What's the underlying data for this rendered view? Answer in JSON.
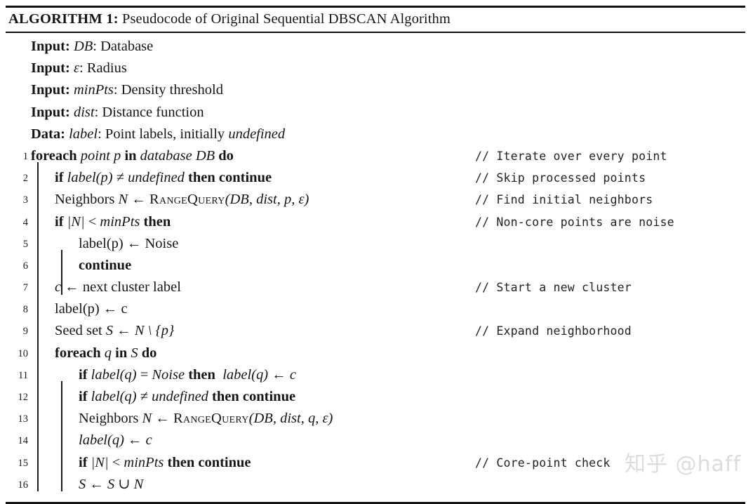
{
  "document": {
    "kind": "algorithm-float",
    "caption_label": "ALGORITHM 1:",
    "caption_text": " Pseudocode of Original Sequential DBSCAN Algorithm"
  },
  "preamble": [
    {
      "keyword": "Input:",
      "var": "DB",
      "sep": ": ",
      "desc": "Database"
    },
    {
      "keyword": "Input:",
      "var": "ε",
      "sep": ": ",
      "desc": "Radius"
    },
    {
      "keyword": "Input:",
      "var": "minPts",
      "sep": ": ",
      "desc": "Density threshold"
    },
    {
      "keyword": "Input:",
      "var": "dist",
      "sep": ": ",
      "desc": "Distance function"
    },
    {
      "keyword": "Data:",
      "var": "label",
      "sep": ": ",
      "desc": "Point labels, initially ",
      "desc_italic_tail": "undefined"
    }
  ],
  "lines": [
    {
      "n": "1",
      "indent": 0,
      "comment": "// Iterate over every point"
    },
    {
      "n": "2",
      "indent": 1,
      "comment": "// Skip processed points"
    },
    {
      "n": "3",
      "indent": 1,
      "comment": "// Find initial neighbors"
    },
    {
      "n": "4",
      "indent": 1,
      "comment": "// Non-core points are noise"
    },
    {
      "n": "5",
      "indent": 2,
      "comment": ""
    },
    {
      "n": "6",
      "indent": 2,
      "comment": ""
    },
    {
      "n": "7",
      "indent": 1,
      "comment": "// Start a new cluster"
    },
    {
      "n": "8",
      "indent": 1,
      "comment": ""
    },
    {
      "n": "9",
      "indent": 1,
      "comment": "// Expand neighborhood"
    },
    {
      "n": "10",
      "indent": 1,
      "comment": ""
    },
    {
      "n": "11",
      "indent": 2,
      "comment": ""
    },
    {
      "n": "12",
      "indent": 2,
      "comment": ""
    },
    {
      "n": "13",
      "indent": 2,
      "comment": ""
    },
    {
      "n": "14",
      "indent": 2,
      "comment": ""
    },
    {
      "n": "15",
      "indent": 2,
      "comment": "// Core-point check"
    },
    {
      "n": "16",
      "indent": 2,
      "comment": ""
    }
  ],
  "code": {
    "l1": {
      "kw1": "foreach",
      "v1": "point p",
      "kw2": "in",
      "v2": "database DB",
      "kw3": "do",
      "plain": "foreach point p in database DB do"
    },
    "l2": {
      "kw1": "if",
      "v1": "label(p)",
      "op": "≠",
      "v2": "undefined",
      "kw2": "then continue",
      "plain": "if label(p) ≠ undefined then continue"
    },
    "l3": {
      "pre": "Neighbors ",
      "v1": "N",
      "arrow": "←",
      "fn": "RangeQuery",
      "args": "(DB, dist, p, ε)",
      "plain": "Neighbors N ← RangeQuery(DB, dist, p, ε)"
    },
    "l4": {
      "kw1": "if",
      "expr": "|N|",
      "op": "<",
      "v1": "minPts",
      "kw2": "then",
      "plain": "if |N| < minPts then"
    },
    "l5": {
      "expr": "label(p)",
      "arrow": "←",
      "val": "Noise",
      "plain": "label(p) ← Noise"
    },
    "l6": {
      "kw1": "continue",
      "plain": "continue"
    },
    "l7": {
      "v1": "c",
      "arrow": "←",
      "val": "next cluster label",
      "plain": "c ← next cluster label"
    },
    "l8": {
      "expr": "label(p)",
      "arrow": "←",
      "val": "c",
      "plain": "label(p) ← c"
    },
    "l9": {
      "pre": "Seed set ",
      "v1": "S",
      "arrow": "←",
      "expr": "N \\ {p}",
      "plain": "Seed set S ← N \\ {p}"
    },
    "l10": {
      "kw1": "foreach",
      "v1": "q",
      "kw2": "in",
      "v2": "S",
      "kw3": "do",
      "plain": "foreach q in S do"
    },
    "l11": {
      "kw1": "if",
      "v1": "label(q)",
      "op": "=",
      "v2": "Noise",
      "kw2": "then",
      "v3": "label(q)",
      "arrow": "←",
      "v4": "c",
      "plain": "if label(q) = Noise then label(q) ← c"
    },
    "l12": {
      "kw1": "if",
      "v1": "label(q)",
      "op": "≠",
      "v2": "undefined",
      "kw2": "then continue",
      "plain": "if label(q) ≠ undefined then continue"
    },
    "l13": {
      "pre": "Neighbors ",
      "v1": "N",
      "arrow": "←",
      "fn": "RangeQuery",
      "args": "(DB, dist, q, ε)",
      "plain": "Neighbors N ← RangeQuery(DB, dist, q, ε)"
    },
    "l14": {
      "expr": "label(q)",
      "arrow": "←",
      "val": "c",
      "plain": "label(q) ← c"
    },
    "l15": {
      "kw1": "if",
      "expr": "|N|",
      "op": "<",
      "v1": "minPts",
      "kw2": "then continue",
      "plain": "if |N| < minPts then continue"
    },
    "l16": {
      "v1": "S",
      "arrow": "←",
      "expr": "S ∪ N",
      "plain": "S ← S ∪ N"
    }
  },
  "watermark": {
    "text": "知乎 @haff"
  },
  "colors": {
    "text": "#151515",
    "rule": "#111111",
    "comment": "#222222",
    "watermark": "#dcdcdc",
    "background": "#ffffff"
  }
}
